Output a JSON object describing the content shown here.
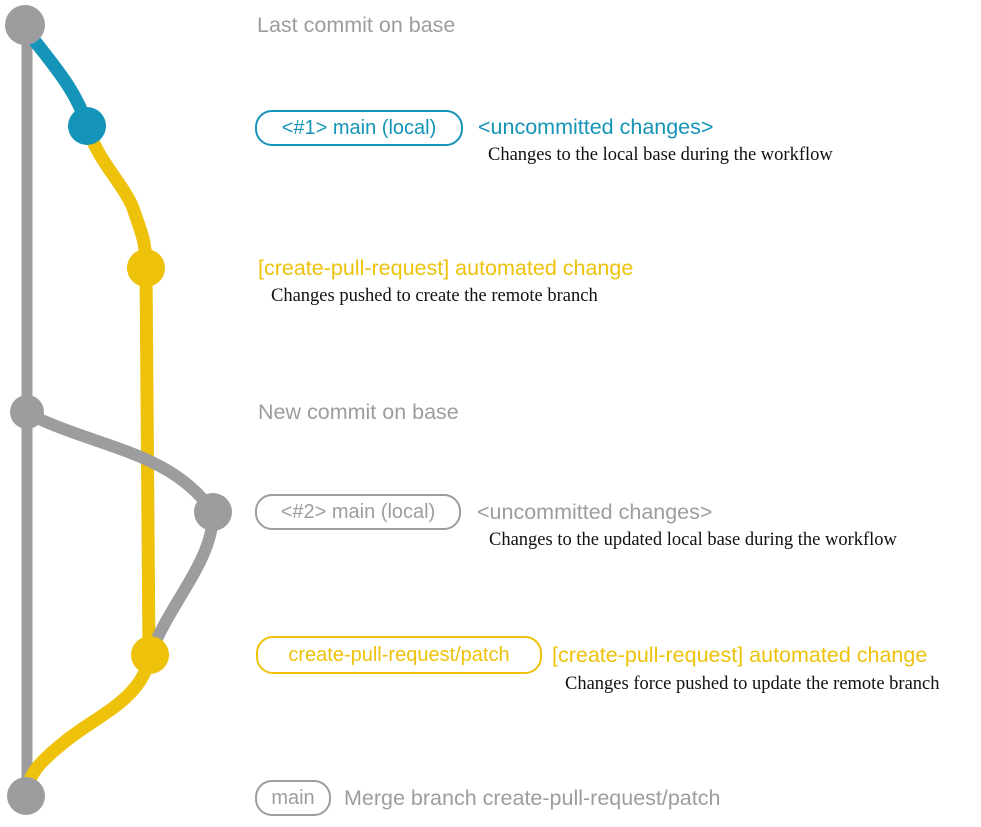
{
  "colors": {
    "gray": "#9d9d9f",
    "teal": "#1494b8",
    "yellow": "#eec20b",
    "ink": "#111111",
    "bg": "#ffffff"
  },
  "annotations": {
    "row1": {
      "title": "Last commit on base"
    },
    "row2": {
      "badge": "<#1> main (local)",
      "title": "<uncommitted changes>",
      "subtitle": "Changes to the local base during the workflow"
    },
    "row3": {
      "title": "[create-pull-request] automated change",
      "subtitle": "Changes pushed to create the remote branch"
    },
    "row4": {
      "title": "New commit on base"
    },
    "row5": {
      "badge": "<#2> main (local)",
      "title": "<uncommitted changes>",
      "subtitle": "Changes to the updated local base during the workflow"
    },
    "row6": {
      "badge": "create-pull-request/patch",
      "title": "[create-pull-request] automated change",
      "subtitle": "Changes force pushed to update the remote branch"
    },
    "row7": {
      "badge": "main",
      "title": "Merge branch create-pull-request/patch"
    }
  }
}
